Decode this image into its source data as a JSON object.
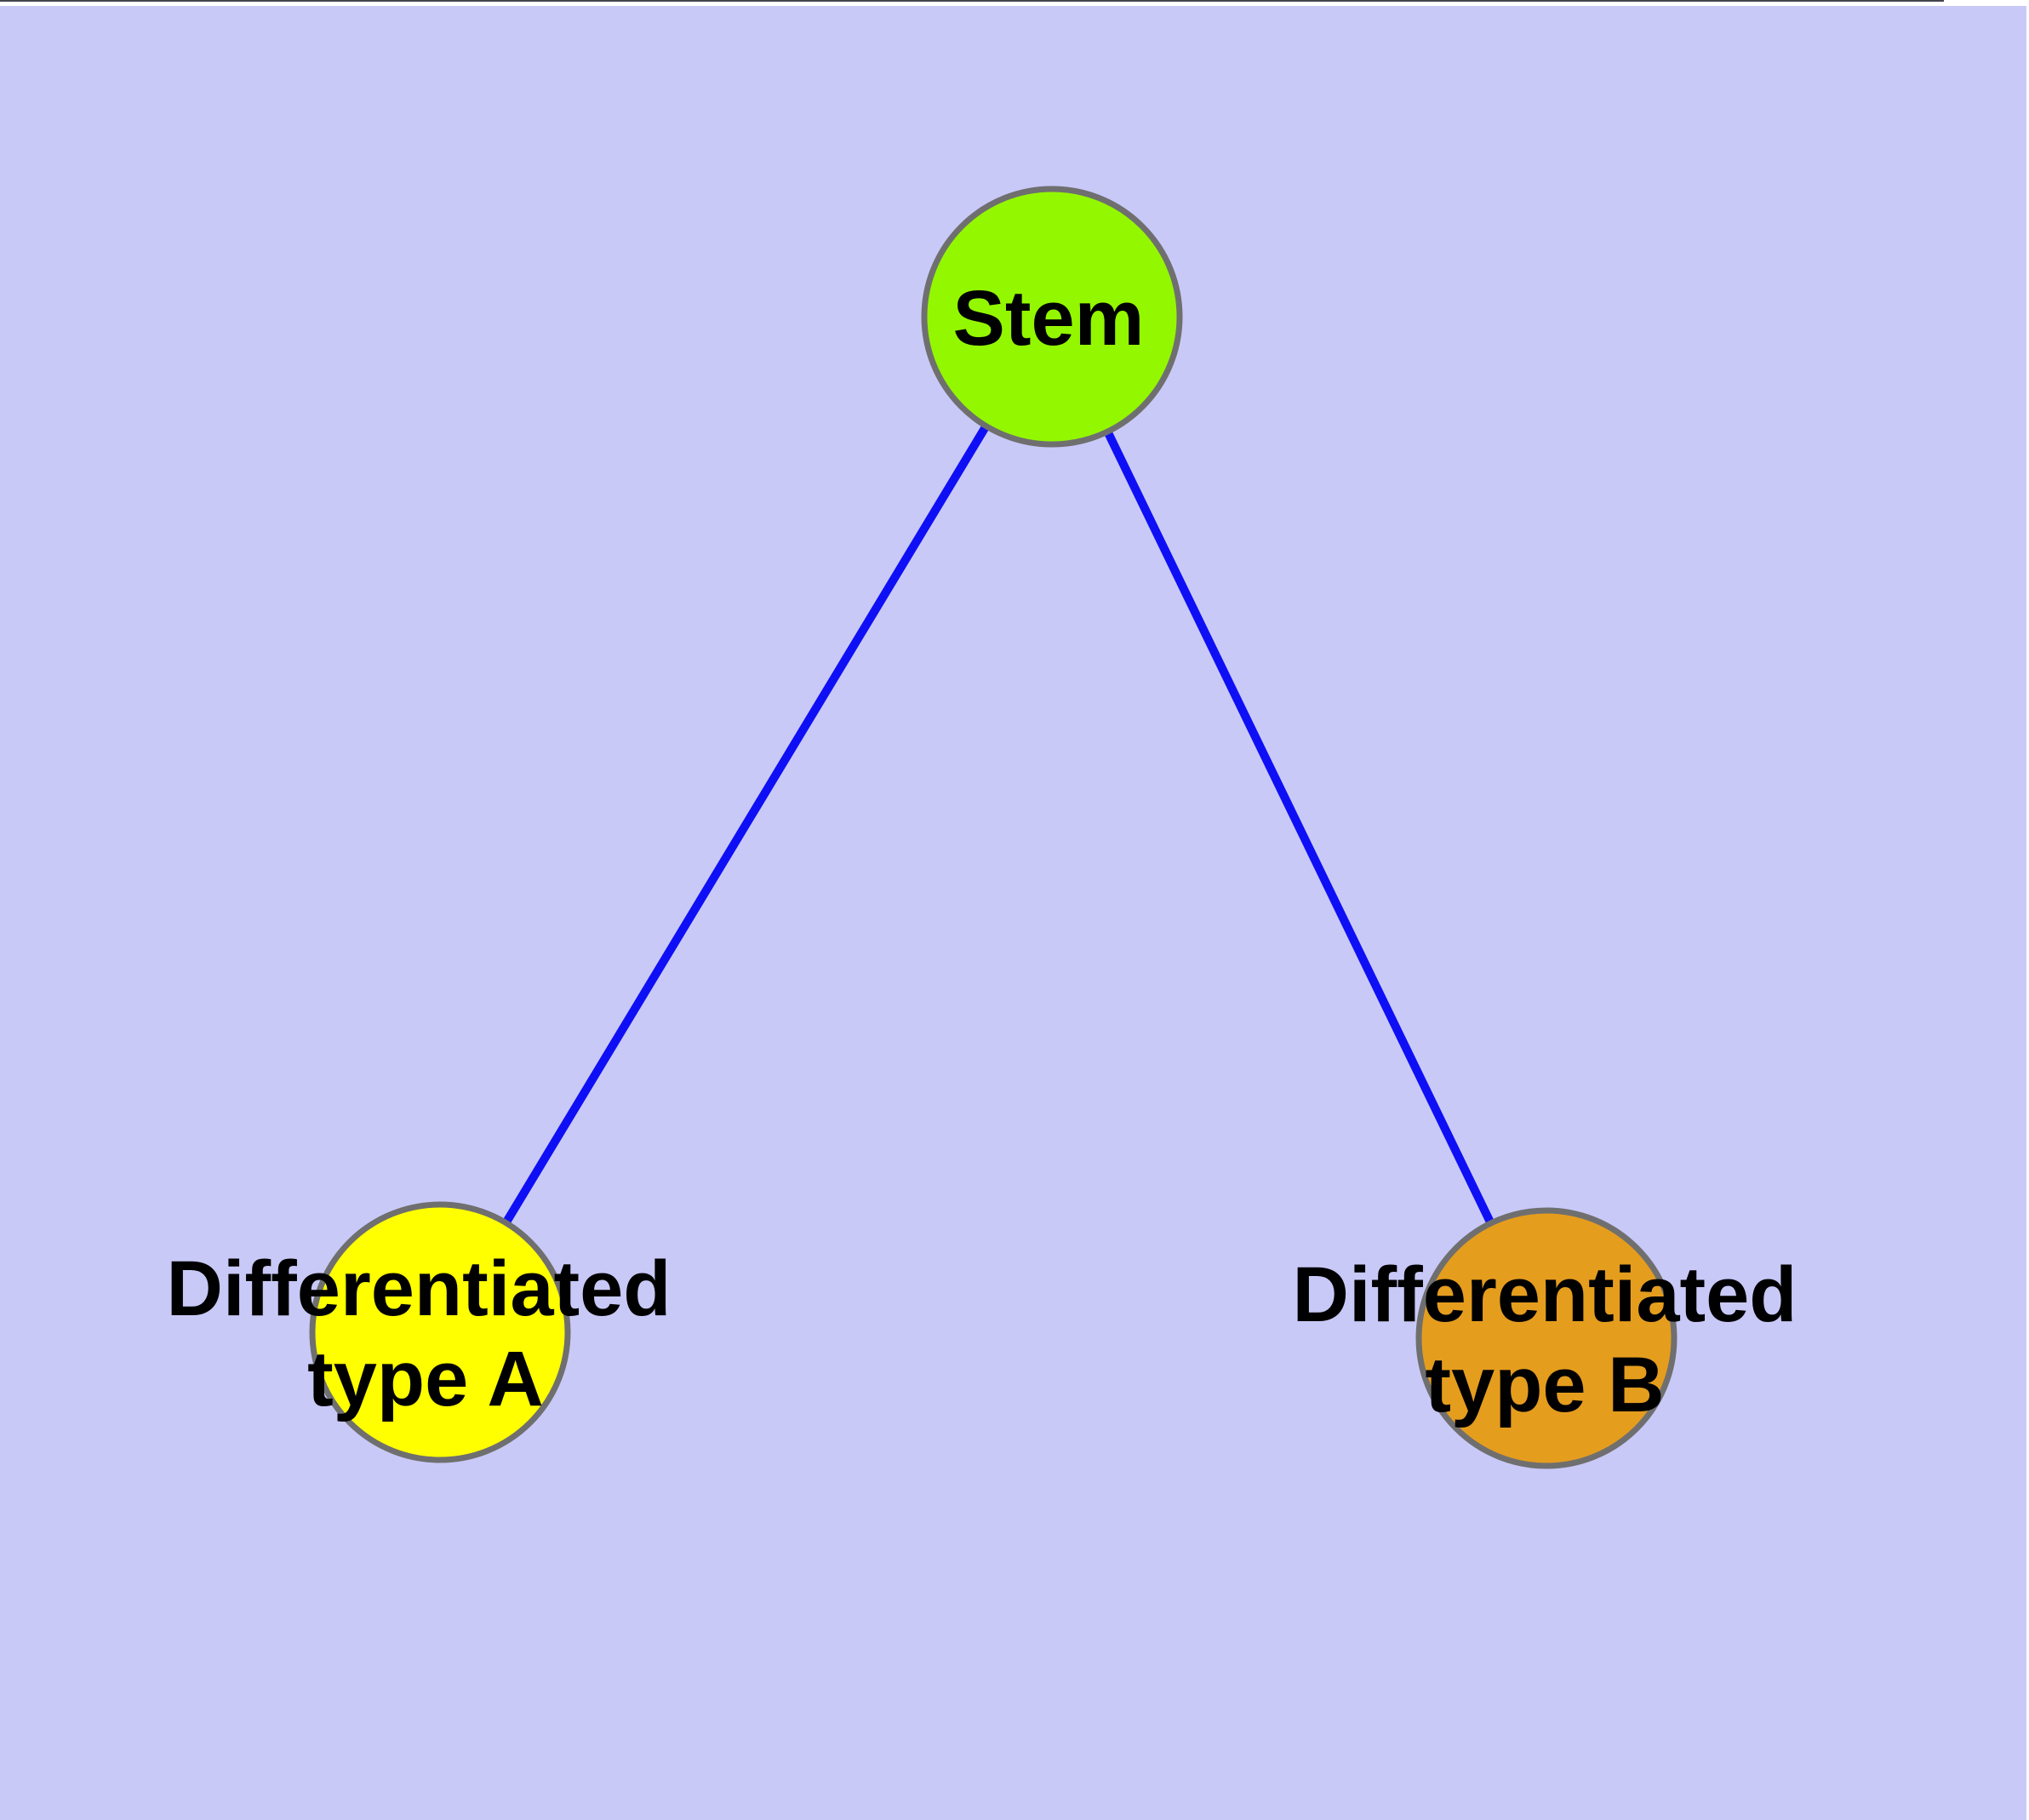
{
  "diagram": {
    "background_color": "#c9c9f8",
    "edge_color": "#0f0ff5",
    "node_border_color": "#6f6f6f",
    "nodes": [
      {
        "id": "stem",
        "label": "Stem",
        "fill": "#93f700"
      },
      {
        "id": "differentiated-type-a",
        "label": "Differentiated type A",
        "label_line1": "Differentiated",
        "label_line2": "type A",
        "fill": "#ffff00"
      },
      {
        "id": "differentiated-type-b",
        "label": "Differentiated type B",
        "label_line1": "Differentiated",
        "label_line2": "type B",
        "fill": "#e59d1e"
      }
    ],
    "edges": [
      {
        "from": "Stem",
        "to": "Differentiated type A"
      },
      {
        "from": "Stem",
        "to": "Differentiated type B"
      }
    ]
  }
}
